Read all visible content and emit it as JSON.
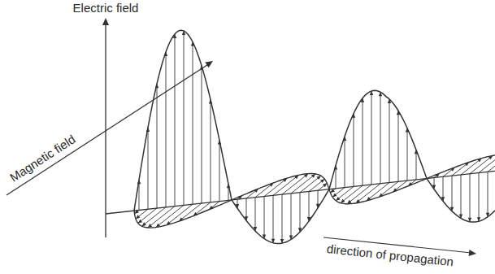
{
  "diagram": {
    "labels": [
      "Electric field",
      "Magnetic field",
      "direction of propagation"
    ]
  }
}
